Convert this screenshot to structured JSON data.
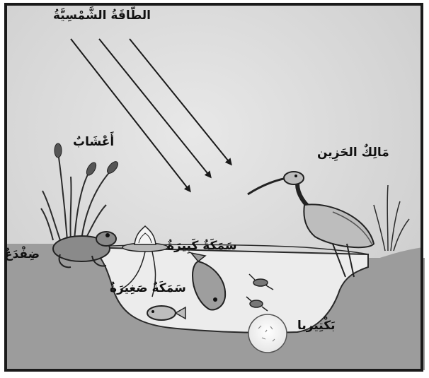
{
  "labels": {
    "solar_energy": "الطّاقَةُ الشَّمْسِيَّةُ",
    "grasses": "أَعْشَابٌ",
    "heron": "مَالِكٌ الحَزِين",
    "frog": "ضِفْدَعٌ",
    "big_fish": "سَمَكَةٌ كَبِيرَةٌ",
    "small_fish": "سَمَكَةٌ صَغِيرَةٌ",
    "bacteria": "بَكْتِيريا"
  },
  "colors": {
    "sky": "#d9d9d9",
    "ground": "#9a9a9a",
    "water": "#e9e9e9",
    "frame": "#1a1a1a",
    "arrow": "#1a1a1a"
  }
}
